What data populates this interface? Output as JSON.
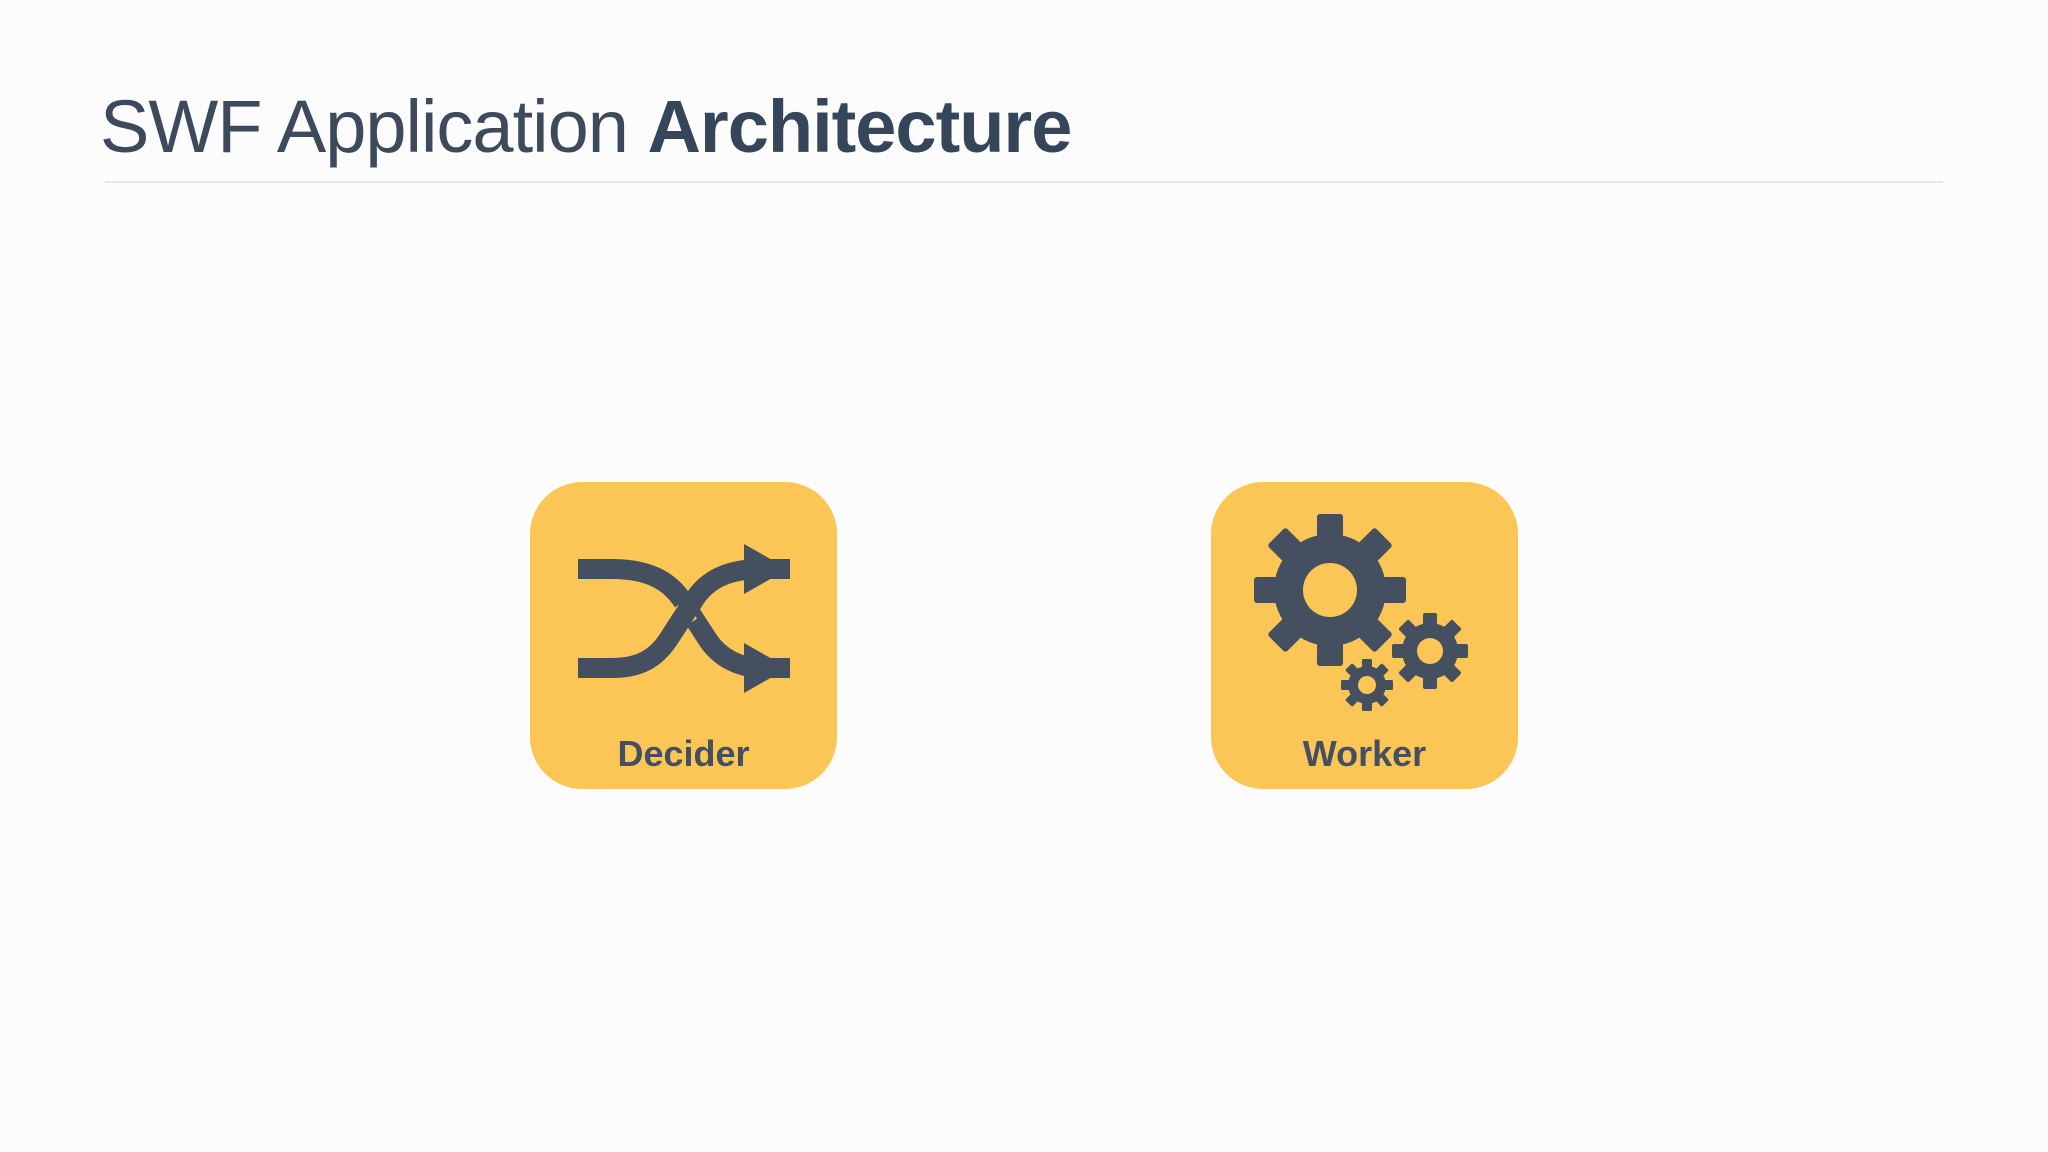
{
  "title": {
    "light": "SWF Application",
    "bold": "Architecture"
  },
  "components": [
    {
      "label": "Decider",
      "icon": "shuffle-icon",
      "color": "#fcc656"
    },
    {
      "label": "Worker",
      "icon": "gears-icon",
      "color": "#fcc656"
    }
  ],
  "colors": {
    "tile": "#fcc656",
    "icon": "#44505f",
    "title": "#3d4a5c",
    "background": "#fcfcfc"
  }
}
